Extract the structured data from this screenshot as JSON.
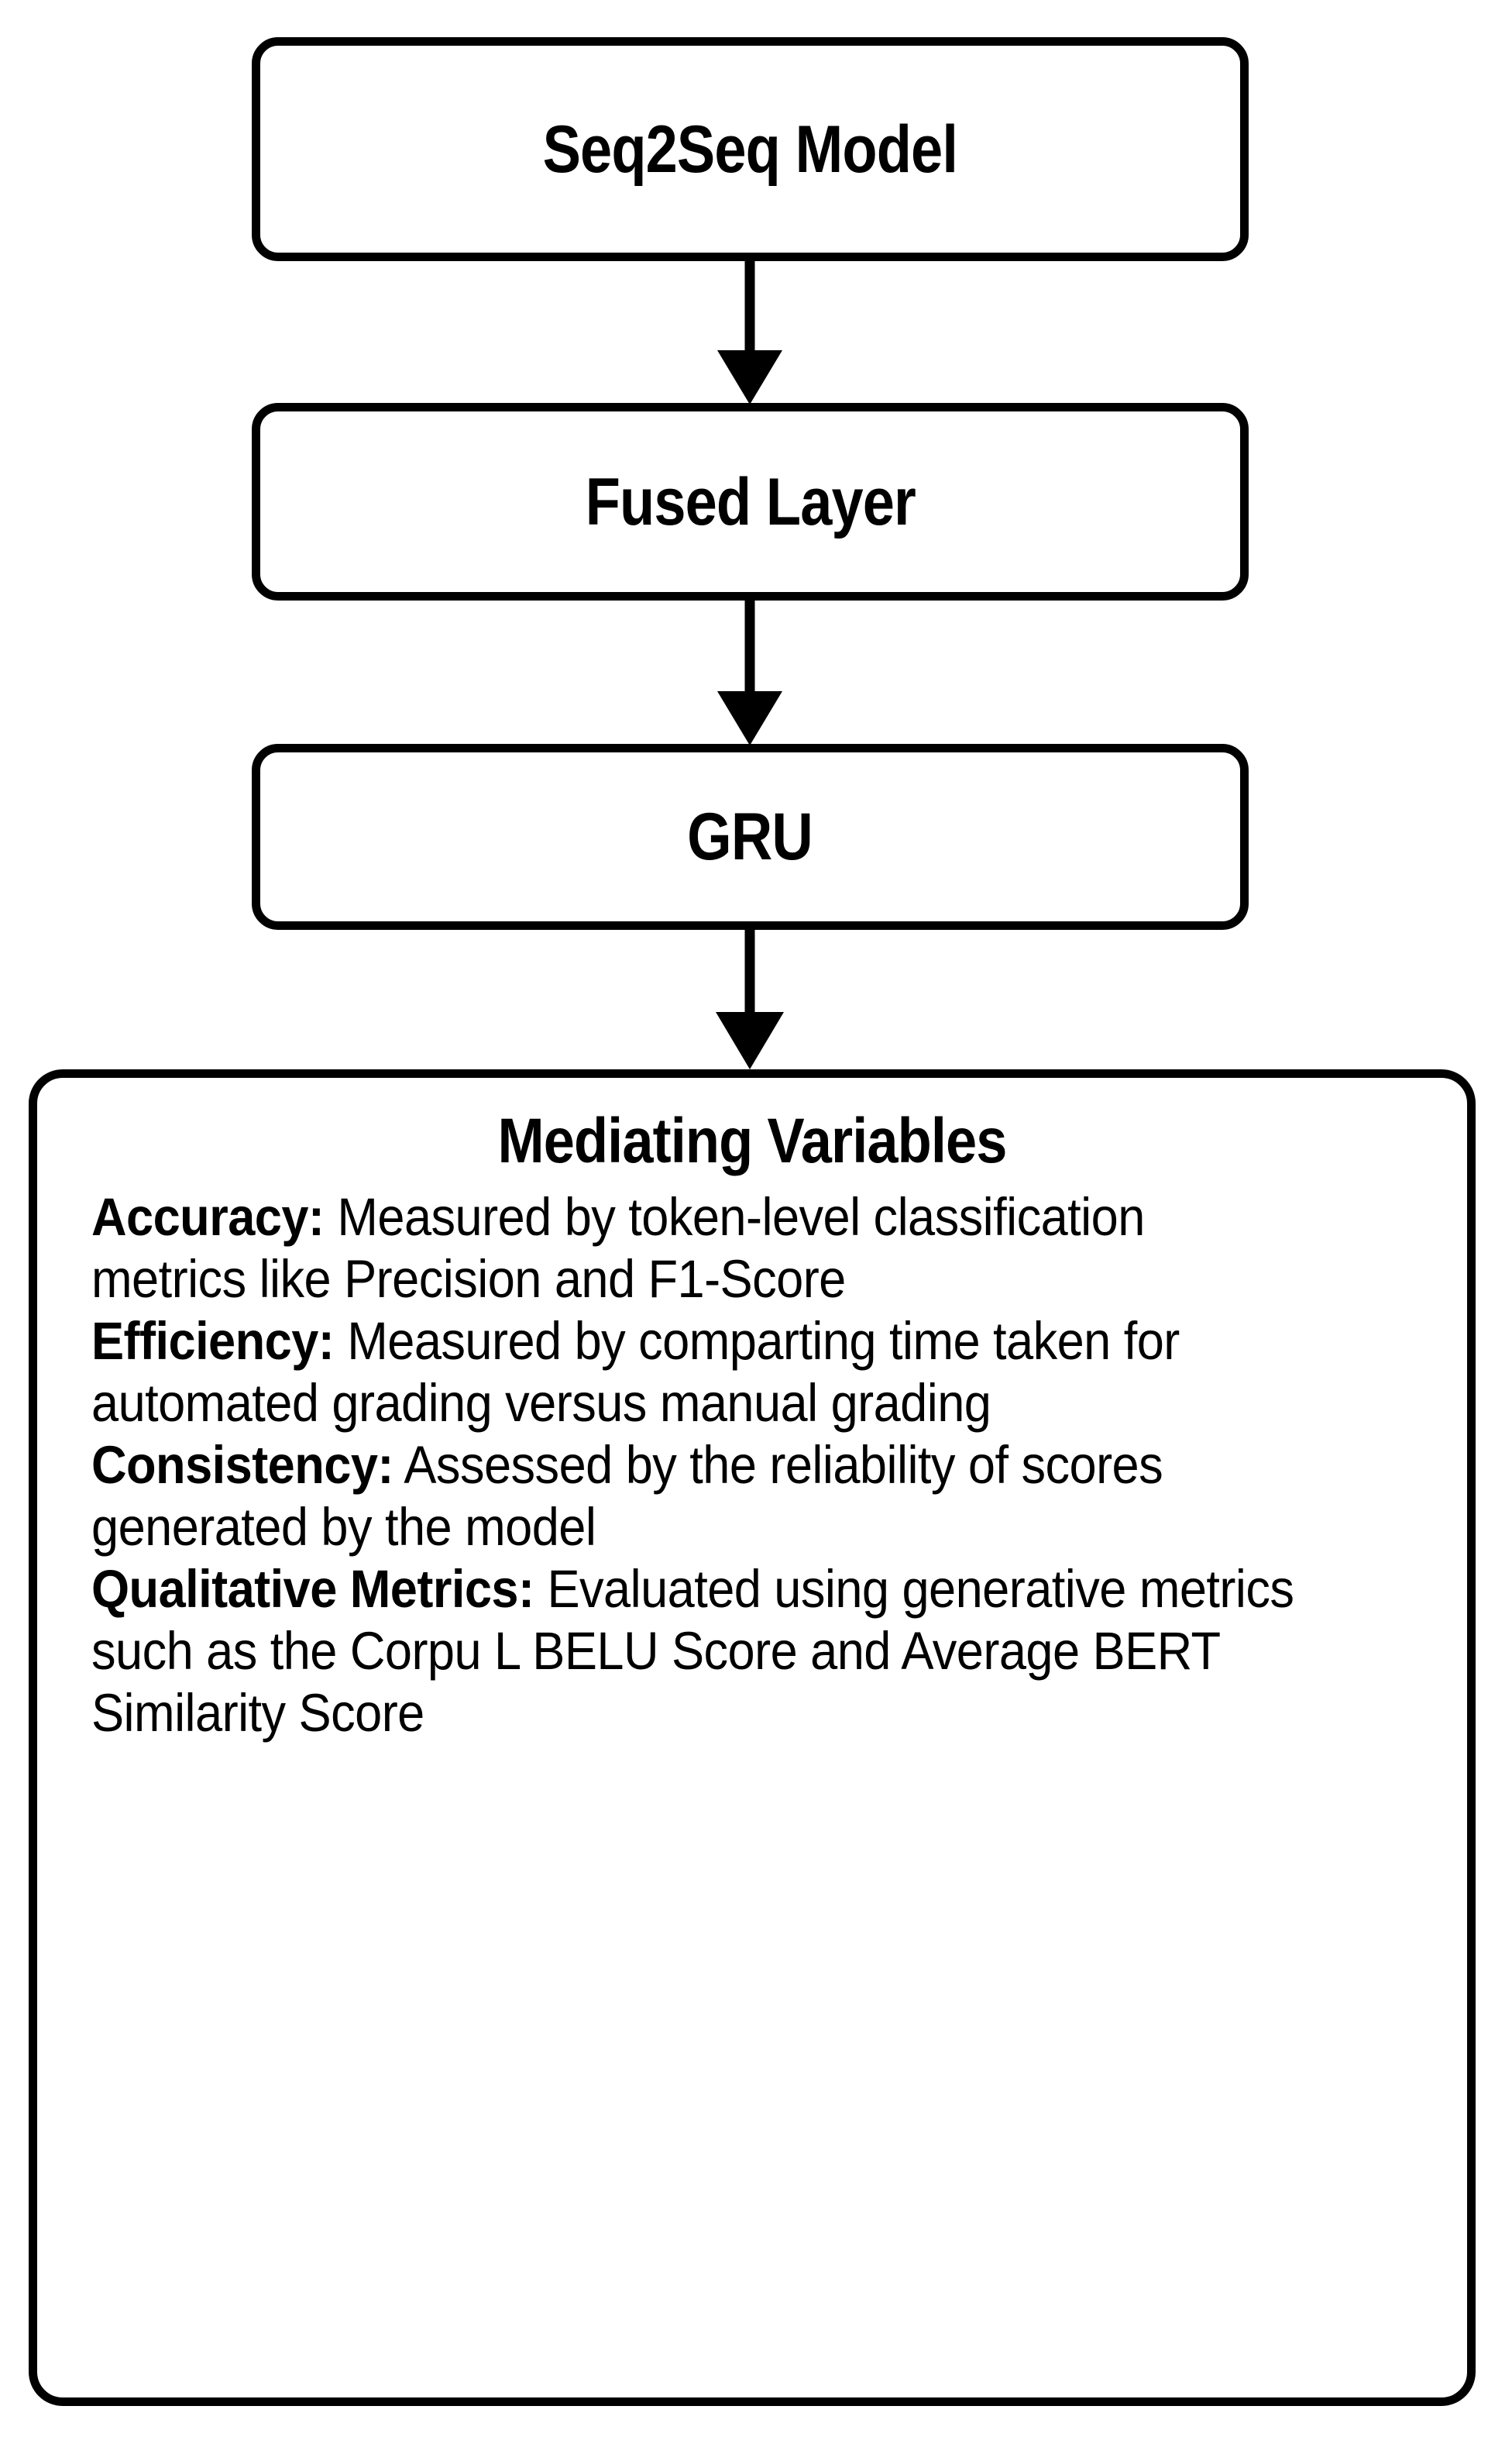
{
  "diagram": {
    "title": "Mediating Variables pipeline",
    "background_color": "#ffffff",
    "stroke_color": "#000000",
    "nodes": [
      {
        "id": "seq2seq",
        "label": "Seq2Seq Model"
      },
      {
        "id": "fused",
        "label": "Fused Layer"
      },
      {
        "id": "gru",
        "label": "GRU"
      }
    ],
    "connectors": [
      {
        "id": "arrow-seq2seq-to-fused",
        "icon": "down-arrow-icon",
        "from": "Seq2Seq Model",
        "to": "Fused Layer"
      },
      {
        "id": "arrow-fused-to-gru",
        "icon": "down-arrow-icon",
        "from": "Fused Layer",
        "to": "GRU"
      },
      {
        "id": "arrow-gru-to-mediating",
        "icon": "down-arrow-icon",
        "from": "GRU",
        "to": "Mediating Variables"
      }
    ],
    "panel": {
      "heading": "Mediating Variables",
      "metrics": [
        {
          "term": "Accuracy:",
          "description": " Measured by token-level classification metrics like Precision and F1-Score"
        },
        {
          "term": "Efficiency:",
          "description": " Measured by comparting time taken for automated grading versus manual grading"
        },
        {
          "term": "Consistency:",
          "description": " Assessed by the reliability of scores generated by the model"
        },
        {
          "term": "Qualitative Metrics:",
          "description": " Evaluated using generative metrics such as the Corpu L BELU Score and Average BERT Similarity Score"
        }
      ]
    }
  }
}
